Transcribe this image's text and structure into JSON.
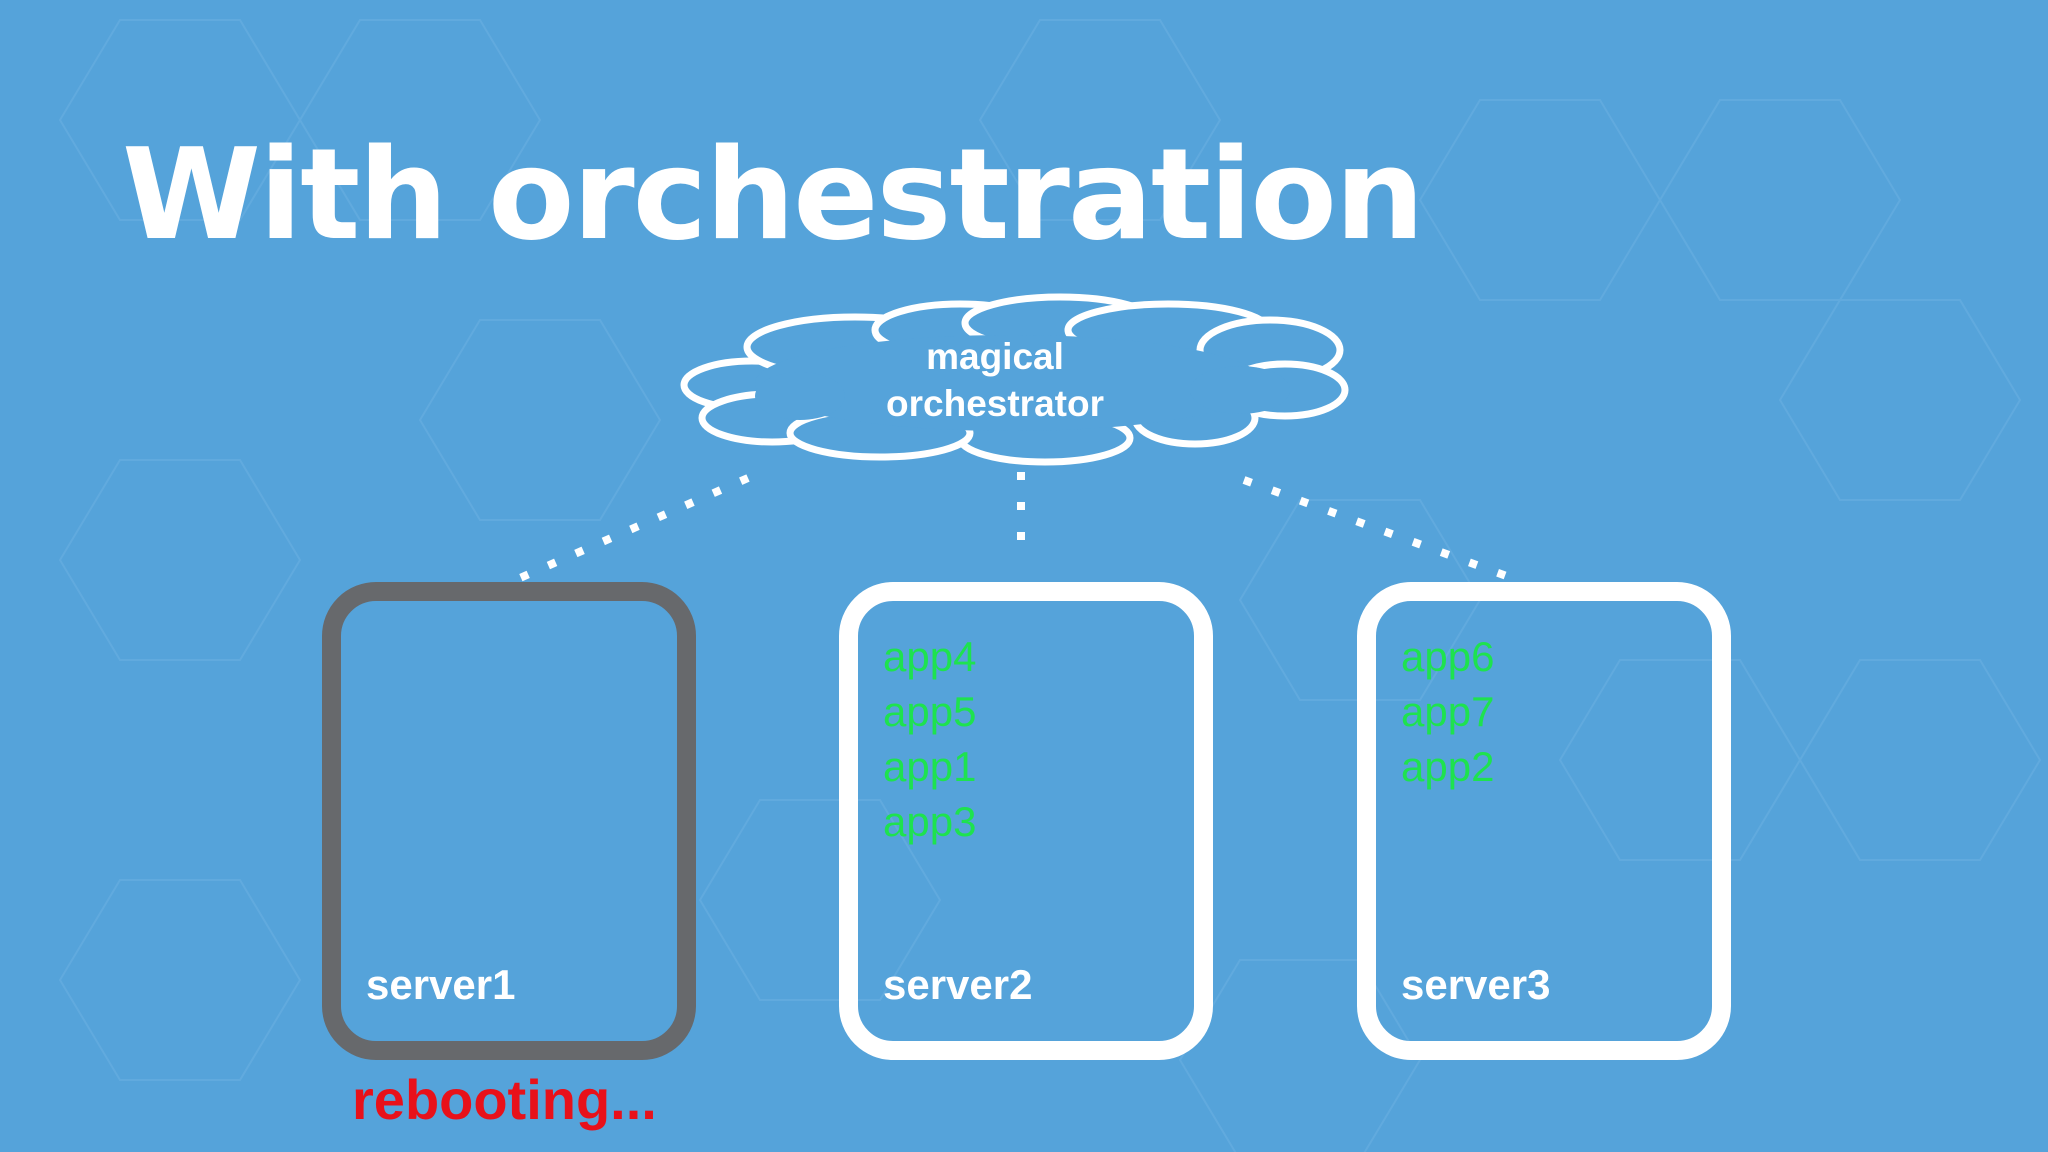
{
  "slide": {
    "title": "With orchestration"
  },
  "orchestrator": {
    "line1": "magical",
    "line2": "orchestrator"
  },
  "servers": [
    {
      "name": "server1",
      "apps": [],
      "state": "down"
    },
    {
      "name": "server2",
      "apps": [
        "app4",
        "app5",
        "app1",
        "app3"
      ],
      "state": "up"
    },
    {
      "name": "server3",
      "apps": [
        "app6",
        "app7",
        "app2"
      ],
      "state": "up"
    }
  ],
  "status": {
    "server1": "rebooting..."
  },
  "colors": {
    "background": "#55a3da",
    "server_up_border": "#ffffff",
    "server_down_border": "#67696c",
    "app_text": "#1ee24f",
    "status_text": "#e8111a"
  }
}
